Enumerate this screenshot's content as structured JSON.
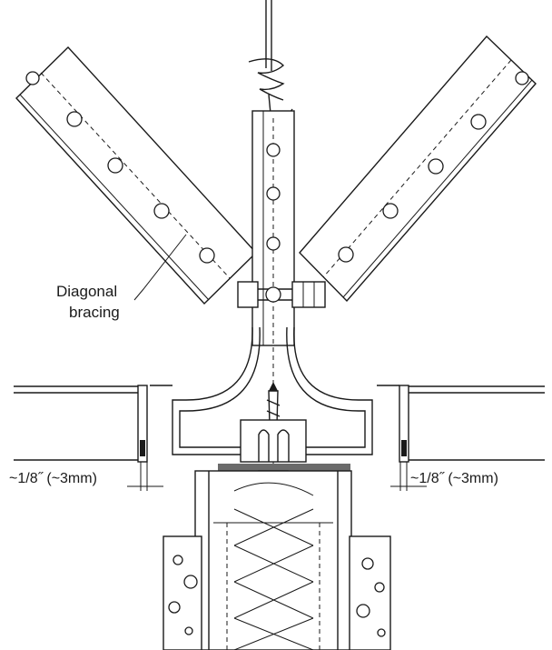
{
  "labels": {
    "diagonal_line1": "Diagonal",
    "diagonal_line2": "bracing",
    "gap_left": "~1/8˝ (~3mm)",
    "gap_right": "~1/8˝ (~3mm)"
  },
  "colors": {
    "ink": "#1a1a1a",
    "paper": "#ffffff",
    "gasket": "#6b6b6b"
  }
}
